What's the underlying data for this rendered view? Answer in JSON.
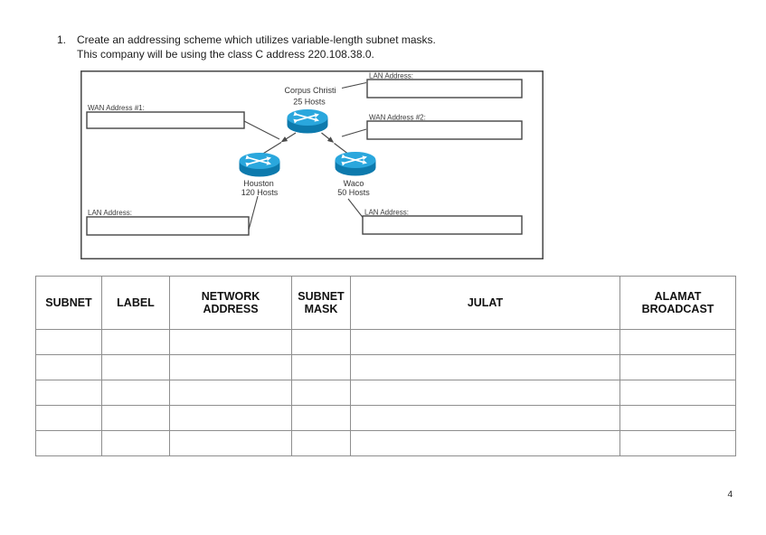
{
  "instruction": {
    "number": "1.",
    "line1": "Create an addressing scheme which utilizes variable-length subnet masks.",
    "line2": "This company will be using the class C address 220.108.38.0."
  },
  "diagram": {
    "routers": [
      {
        "name": "Corpus Christi",
        "hosts": "25 Hosts"
      },
      {
        "name": "Houston",
        "hosts": "120 Hosts"
      },
      {
        "name": "Waco",
        "hosts": "50 Hosts"
      }
    ],
    "fields": {
      "lan_top": "LAN Address:",
      "wan1": "WAN Address #1:",
      "wan2": "WAN Address #2:",
      "lan_bottom_left": "LAN Address:",
      "lan_bottom_right": "LAN Address:"
    },
    "colors": {
      "router_top": "#2aa7dd",
      "router_side": "#0d7aad"
    }
  },
  "table": {
    "headers": [
      "SUBNET",
      "LABEL",
      "NETWORK ADDRESS",
      "SUBNET MASK",
      "JULAT",
      "ALAMAT BROADCAST"
    ],
    "rows": [
      [
        "",
        "",
        "",
        "",
        "",
        ""
      ],
      [
        "",
        "",
        "",
        "",
        "",
        ""
      ],
      [
        "",
        "",
        "",
        "",
        "",
        ""
      ],
      [
        "",
        "",
        "",
        "",
        "",
        ""
      ],
      [
        "",
        "",
        "",
        "",
        "",
        ""
      ]
    ]
  },
  "page_number": "4"
}
